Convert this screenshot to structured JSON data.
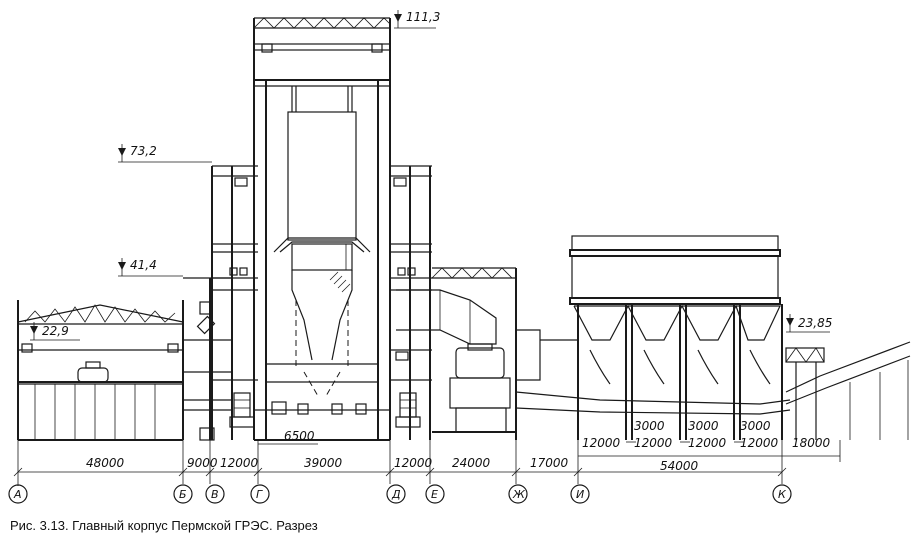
{
  "caption": "Рис. 3.13. Главный корпус Пермской ГРЭС. Разрез",
  "elevations": [
    "111,3",
    "73,2",
    "41,4",
    "22,9",
    "23,85"
  ],
  "dimensions_top_row": [
    "6500",
    "3000",
    "3000",
    "3000"
  ],
  "dimensions_mid_row": [
    "12000",
    "12000",
    "12000",
    "12000",
    "18000"
  ],
  "dimensions_main_row": [
    "48000",
    "9000",
    "12000",
    "39000",
    "12000",
    "24000",
    "17000",
    "54000"
  ],
  "axes": [
    "А",
    "Б",
    "В",
    "Г",
    "Д",
    "Е",
    "Ж",
    "И",
    "К"
  ]
}
